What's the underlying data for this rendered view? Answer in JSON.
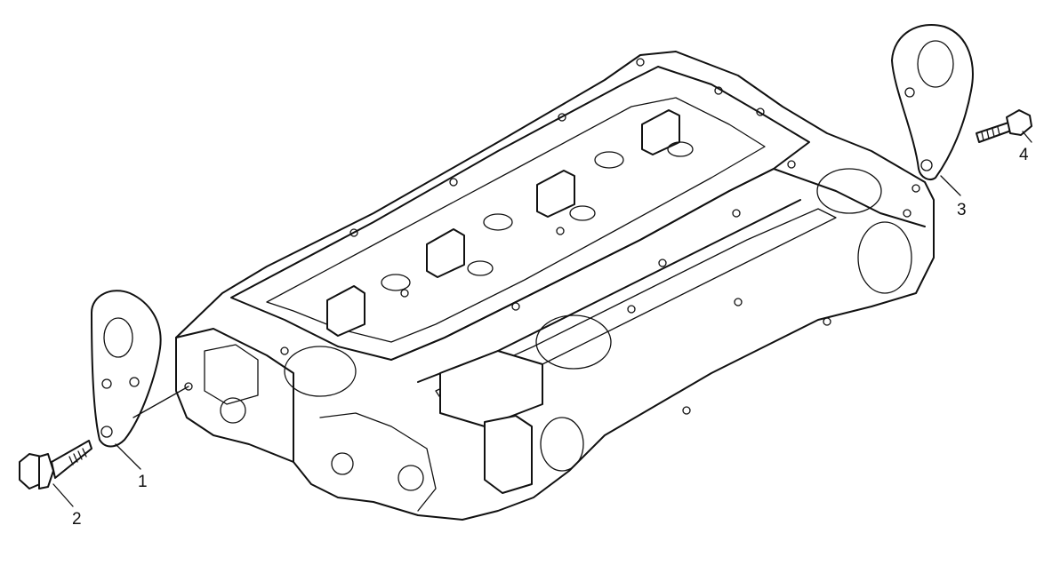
{
  "figure": {
    "callouts": [
      {
        "id": "1",
        "text": "1",
        "part": "lifting-bracket-front"
      },
      {
        "id": "2",
        "text": "2",
        "part": "bolt-front"
      },
      {
        "id": "3",
        "text": "3",
        "part": "lifting-bracket-rear"
      },
      {
        "id": "4",
        "text": "4",
        "part": "bolt-rear"
      }
    ]
  }
}
